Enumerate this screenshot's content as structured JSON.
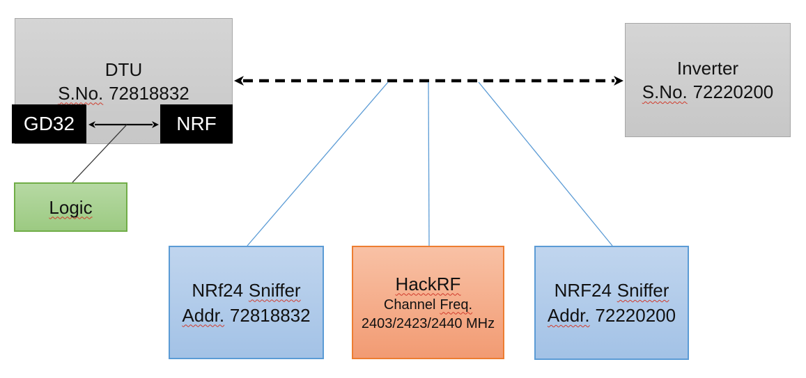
{
  "nodes": {
    "dtu": {
      "title": "DTU",
      "serial_prefix": "S.No.",
      "serial": "72818832"
    },
    "gd32": {
      "label": "GD32"
    },
    "nrf": {
      "label": "NRF"
    },
    "logic": {
      "label": "Logic"
    },
    "inverter": {
      "title": "Inverter",
      "serial_prefix": "S.No.",
      "serial": "72220200"
    },
    "sniffer_left": {
      "title_prefix": "NRf24",
      "title_word": "Sniffer",
      "addr_prefix": "Addr.",
      "addr": "72818832"
    },
    "hackrf": {
      "title": "HackRF",
      "channel_word": "Channel",
      "freq_word": "Freq.",
      "frequencies": "2403/2423/2440 MHz"
    },
    "sniffer_right": {
      "title_prefix": "NRF24",
      "title_word": "Sniffer",
      "addr_prefix": "Addr.",
      "addr": "72220200"
    }
  },
  "colors": {
    "gray_fill": "#CCCCCC",
    "gray_border": "#A6A6A6",
    "black_fill": "#000000",
    "green_fill": "#A9D18E",
    "green_border": "#70AD47",
    "blue_fill": "#AEC9E9",
    "blue_border": "#5B9BD5",
    "orange_fill": "#F4A884",
    "orange_border": "#ED7D31",
    "connector_blue": "#5B9BD5",
    "arrow_black": "#000000",
    "squiggle_red": "#D03A2B"
  }
}
